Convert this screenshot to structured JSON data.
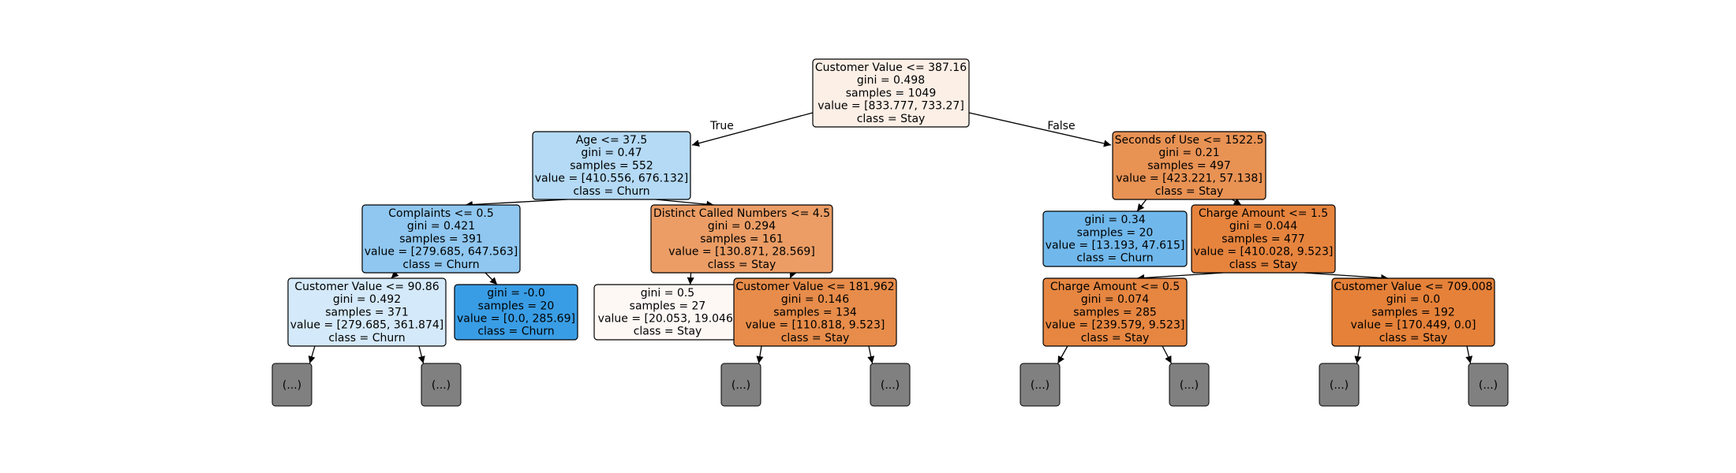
{
  "diagram": {
    "edge_labels": {
      "true_label": "True",
      "false_label": "False"
    },
    "truncated_label": "(...)",
    "nodes": [
      {
        "id": "n0",
        "lines": [
          "Customer Value <= 387.16",
          "gini = 0.498",
          "samples = 1049",
          "value = [833.777, 733.27]",
          "class = Stay"
        ],
        "fill": "#fcefe6"
      },
      {
        "id": "n1",
        "lines": [
          "Age <= 37.5",
          "gini = 0.47",
          "samples = 552",
          "value = [410.556, 676.132]",
          "class = Churn"
        ],
        "fill": "#b4daf5"
      },
      {
        "id": "n2",
        "lines": [
          "Complaints <= 0.5",
          "gini = 0.421",
          "samples = 391",
          "value = [279.685, 647.563]",
          "class = Churn"
        ],
        "fill": "#8fc7f0"
      },
      {
        "id": "n3",
        "lines": [
          "Customer Value <= 90.86",
          "gini = 0.492",
          "samples = 371",
          "value = [279.685, 361.874]",
          "class = Churn"
        ],
        "fill": "#d4e9f9"
      },
      {
        "id": "n4",
        "lines": [
          "gini = -0.0",
          "samples = 20",
          "value = [0.0, 285.69]",
          "class = Churn"
        ],
        "fill": "#399de5"
      },
      {
        "id": "n5",
        "lines": [
          "Distinct Called Numbers <= 4.5",
          "gini = 0.294",
          "samples = 161",
          "value = [130.871, 28.569]",
          "class = Stay"
        ],
        "fill": "#eb9d65"
      },
      {
        "id": "n6",
        "lines": [
          "gini = 0.5",
          "samples = 27",
          "value = [20.053, 19.046]",
          "class = Stay"
        ],
        "fill": "#fef8f5"
      },
      {
        "id": "n7",
        "lines": [
          "Customer Value <= 181.962",
          "gini = 0.146",
          "samples = 134",
          "value = [110.818, 9.523]",
          "class = Stay"
        ],
        "fill": "#e78c4a"
      },
      {
        "id": "n8",
        "lines": [
          "Seconds of Use <= 1522.5",
          "gini = 0.21",
          "samples = 497",
          "value = [423.221, 57.138]",
          "class = Stay"
        ],
        "fill": "#e89254"
      },
      {
        "id": "n9",
        "lines": [
          "gini = 0.34",
          "samples = 20",
          "value = [13.193, 47.615]",
          "class = Churn"
        ],
        "fill": "#70b8ec"
      },
      {
        "id": "n10",
        "lines": [
          "Charge Amount <= 1.5",
          "gini = 0.044",
          "samples = 477",
          "value = [410.028, 9.523]",
          "class = Stay"
        ],
        "fill": "#e6843e"
      },
      {
        "id": "n11",
        "lines": [
          "Charge Amount <= 0.5",
          "gini = 0.074",
          "samples = 285",
          "value = [239.579, 9.523]",
          "class = Stay"
        ],
        "fill": "#e68641"
      },
      {
        "id": "n12",
        "lines": [
          "Customer Value <= 709.008",
          "gini = 0.0",
          "samples = 192",
          "value = [170.449, 0.0]",
          "class = Stay"
        ],
        "fill": "#e58139"
      }
    ],
    "truncated_fill": "#808080",
    "edge_color": "#000000"
  }
}
